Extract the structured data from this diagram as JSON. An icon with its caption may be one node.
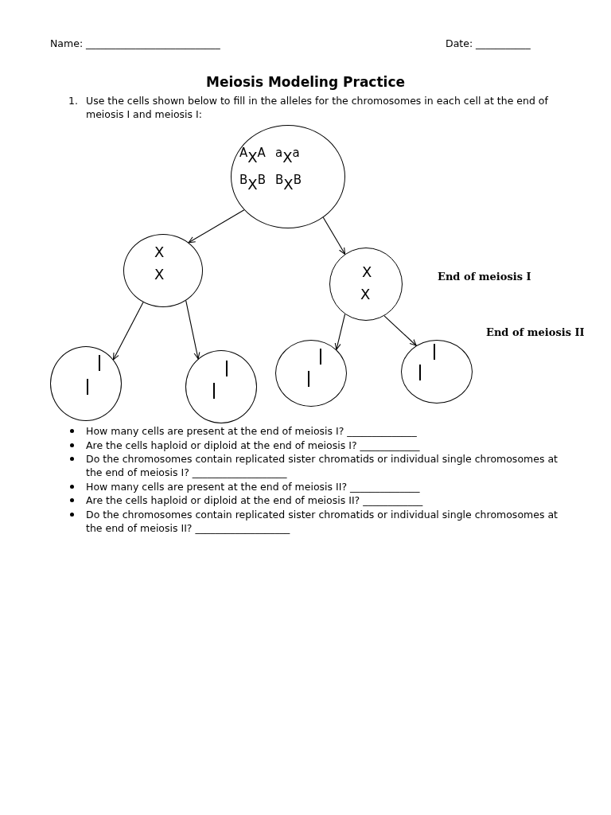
{
  "diagram": {
    "title": "Meiosis Modeling Practice",
    "nodes": [
      {
        "text": [
          "$^{A}$X$^{A}$",
          "$^{a}$X$^{a}$",
          "$^{B}$X$^{B}$",
          "$^{B}$X$^{B}$"
        ]
      },
      {
        "text": [
          "X",
          "X"
        ]
      },
      {
        "text": [
          "X",
          "X"
        ]
      },
      {
        "text": [],
        "shape": "circle"
      },
      {
        "text": [],
        "shape": "circle"
      },
      {
        "text": [],
        "shape": "circle"
      },
      {
        "text": [],
        "shape": "circle"
      }
    ],
    "edges": [
      {
        "from": 0,
        "to": 1,
        "arrow": "to"
      },
      {
        "from": 0,
        "to": 2,
        "arrow": "to"
      },
      {
        "from": 1,
        "to": 3,
        "arrow": "to"
      },
      {
        "from": 1,
        "to": 4,
        "arrow": "to"
      },
      {
        "from": 2,
        "to": 5,
        "arrow": "to"
      },
      {
        "from": 2,
        "to": 6,
        "arrow": "to"
      }
    ],
    "labels": [
      "Name: ___________________________",
      "Date: ___________",
      "1.",
      "Use the cells shown below to fill in the alleles for the chromosomes in each cell at the end of meiosis I and meiosis I:",
      "End of meiosis I",
      "End of meiosis II",
      "How many cells are present at the end of meiosis I? ______________",
      "Are the cells haploid or diploid at the end of meiosis I? ____________",
      "Do the chromosomes contain replicated sister chromatids or individual single chromosomes at the end of meiosis I? ___________________",
      "How many cells are present at the end of meiosis II? ______________",
      "Are the cells haploid or diploid at the end of meiosis II? ____________",
      "Do the chromosomes contain replicated sister chromatids or individual single chromosomes at the end of meiosis II? ___________________"
    ]
  }
}
